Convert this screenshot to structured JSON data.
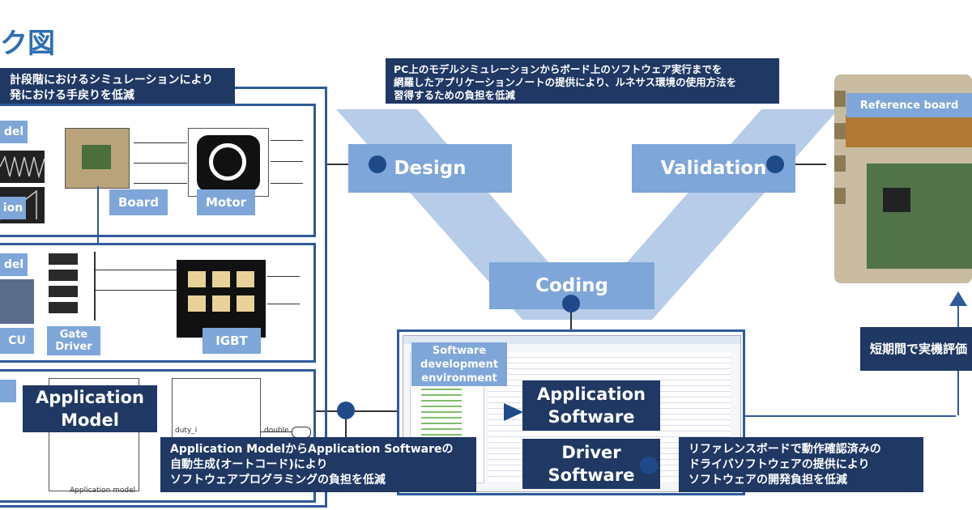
{
  "title": "ク図",
  "left_callout": [
    "計段階におけるシミュレーションにより",
    "発における手戻りを低減"
  ],
  "top_callout": [
    "PC上のモデルシミュレーションからボード上のソフトウェア実行までを",
    "網羅したアプリケーションノートの提供により、ルネサス環境の使用方法を",
    "習得するための負担を低減"
  ],
  "panel1": {
    "model_label": "del",
    "sim_label": "ion",
    "board_label": "Board",
    "motor_label": "Motor"
  },
  "panel2": {
    "model_label": "del",
    "mcu_label": "CU",
    "gate_driver_label": "Gate Driver",
    "igbt_label": "IGBT"
  },
  "panel3": {
    "app_model_label": "Application Model",
    "caption": "Application model",
    "port_label": "double",
    "duty_label": "duty_i"
  },
  "v_model": {
    "design": "Design",
    "validation": "Validation",
    "coding": "Coding"
  },
  "reference_board_label": "Reference board",
  "sw_env_label": "Software development environment",
  "app_software_label": "Application Software",
  "driver_software_label": "Driver Software",
  "autocode_callout": [
    "Application ModelからApplication Softwareの",
    "自動生成(オートコード)により",
    "ソフトウェアプログラミングの負担を低減"
  ],
  "driver_callout": [
    "リファレンスボードで動作確認済みの",
    "ドライバソフトウェアの提供により",
    "ソフトウェアの開発負担を低減"
  ],
  "right_callout": "短期間で実機評価",
  "colors": {
    "navy": "#1f3864",
    "label_blue": "#7ea6d8",
    "panel_border": "#2e5a9a",
    "v_shape": "#a9c3e4",
    "title": "#2f6fb3"
  }
}
